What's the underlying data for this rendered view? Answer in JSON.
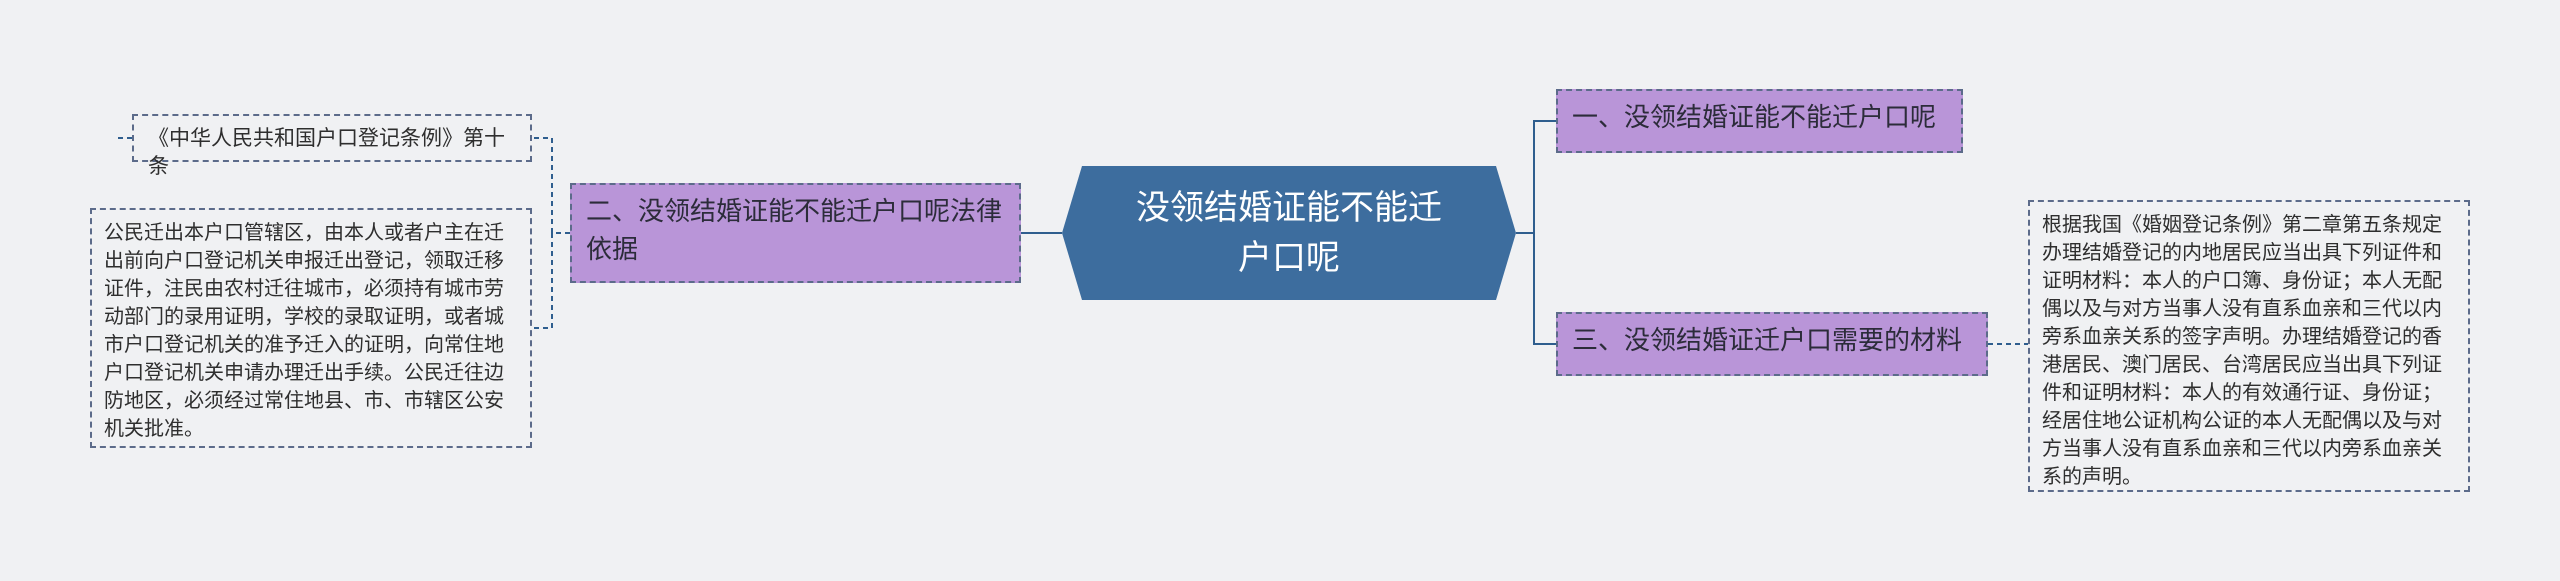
{
  "colors": {
    "background": "#f0f1f3",
    "root": "#3d6d9e",
    "branch": "#b995d8",
    "line": "#2f5e8e",
    "border": "#5c6b8a"
  },
  "root": {
    "text": "没领结婚证能不能迁户口呢"
  },
  "branches": [
    {
      "text": "一、没领结婚证能不能迁户口呢"
    },
    {
      "text": "二、没领结婚证能不能迁户口呢法律依据"
    },
    {
      "text": "三、没领结婚证迁户口需要的材料"
    }
  ],
  "leaves": [
    {
      "text": "《中华人民共和国户口登记条例》第十条"
    },
    {
      "text": "公民迁出本户口管辖区，由本人或者户主在迁出前向户口登记机关申报迁出登记，领取迁移证件，注民由农村迁往城市，必须持有城市劳动部门的录用证明，学校的录取证明，或者城市户口登记机关的准予迁入的证明，向常住地户口登记机关申请办理迁出手续。公民迁往边防地区，必须经过常住地县、市、市辖区公安机关批准。"
    },
    {
      "text": "根据我国《婚姻登记条例》第二章第五条规定办理结婚登记的内地居民应当出具下列证件和证明材料：本人的户口簿、身份证；本人无配偶以及与对方当事人没有直系血亲和三代以内旁系血亲关系的签字声明。办理结婚登记的香港居民、澳门居民、台湾居民应当出具下列证件和证明材料：本人的有效通行证、身份证；经居住地公证机构公证的本人无配偶以及与对方当事人没有直系血亲和三代以内旁系血亲关系的声明。"
    }
  ]
}
